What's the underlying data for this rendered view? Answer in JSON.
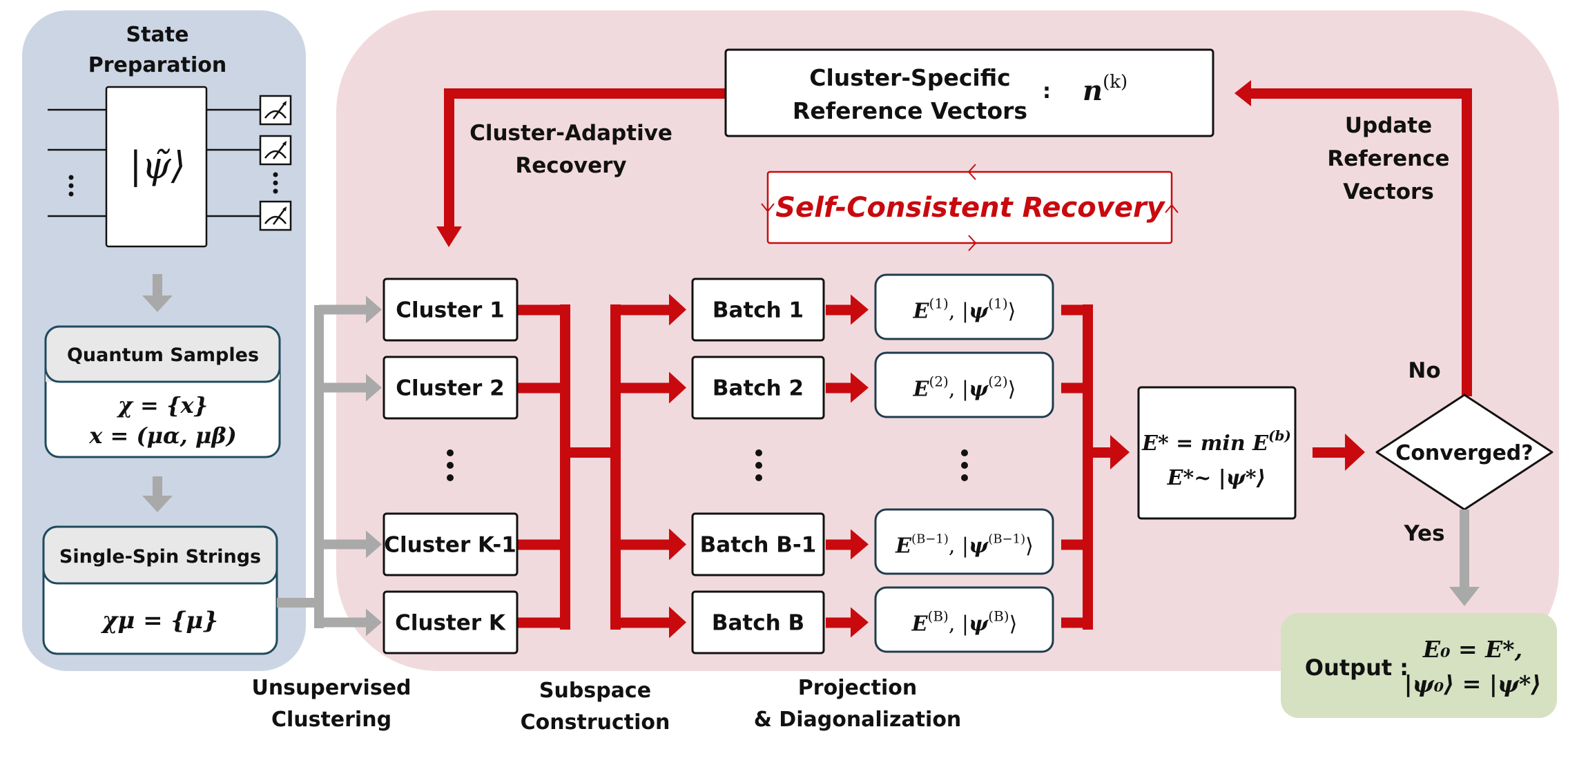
{
  "colors": {
    "state_panel": "#ccd5e3",
    "recovery_panel": "#f1dadd",
    "output_panel": "#d5e1c1",
    "accent_red": "#c80a0e",
    "flow_grey": "#a9a9a9",
    "header_grey": "#e8e8e8",
    "box_border": "#1a1a1a",
    "teal_border": "#1f4a5e"
  },
  "state_preparation": {
    "title_line1": "State",
    "title_line2": "Preparation",
    "circuit_state": "|ψ̃⟩",
    "dots": "⋮"
  },
  "quantum_samples": {
    "header": "Quantum Samples",
    "line1": "χ = {x}",
    "line2": "x = (μα, μβ)"
  },
  "single_spin_strings": {
    "header": "Single-Spin Strings",
    "line1": "χμ = {μ}"
  },
  "clusters": [
    {
      "label": "Cluster 1"
    },
    {
      "label": "Cluster 2"
    },
    {
      "label": "Cluster K-1"
    },
    {
      "label": "Cluster K"
    }
  ],
  "batches": [
    {
      "label": "Batch 1"
    },
    {
      "label": "Batch 2"
    },
    {
      "label": "Batch B-1"
    },
    {
      "label": "Batch B"
    }
  ],
  "energies": [
    {
      "e": "E",
      "sup": "(1)",
      "psi": "ψ",
      "psisup": "(1)"
    },
    {
      "e": "E",
      "sup": "(2)",
      "psi": "ψ",
      "psisup": "(2)"
    },
    {
      "e": "E",
      "sup": "(B−1)",
      "psi": "ψ",
      "psisup": "(B−1)"
    },
    {
      "e": "E",
      "sup": "(B)",
      "psi": "ψ",
      "psisup": "(B)"
    }
  ],
  "ellipsis": "⋮",
  "reference_box": {
    "line1": "Cluster-Specific",
    "line2": "Reference Vectors",
    "separator": ":",
    "symbol": "n",
    "symbol_sup": "(k)"
  },
  "cluster_adaptive": {
    "line1": "Cluster-Adaptive",
    "line2": "Recovery"
  },
  "self_consistent": "Self-Consistent Recovery",
  "update_reference": {
    "line1": "Update",
    "line2": "Reference",
    "line3": "Vectors"
  },
  "min_box": {
    "line1": "E* = min E",
    "line1_sup": "(b)",
    "line2": "E*~ |ψ*⟩"
  },
  "decision": {
    "label": "Converged?",
    "no": "No",
    "yes": "Yes"
  },
  "output": {
    "label": "Output :",
    "line1": "E₀ = E*,",
    "line2": "|ψ₀⟩ = |ψ*⟩"
  },
  "stage_labels": {
    "clustering": {
      "line1": "Unsupervised",
      "line2": "Clustering"
    },
    "subspace": {
      "line1": "Subspace",
      "line2": "Construction"
    },
    "projection": {
      "line1": "Projection",
      "line2": "& Diagonalization"
    }
  }
}
